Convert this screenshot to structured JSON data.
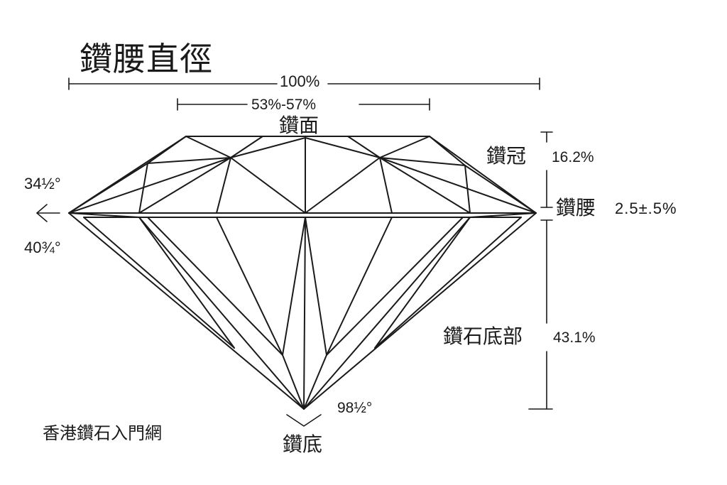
{
  "labels": {
    "title": "鑽腰直徑",
    "diameter_pct": "100%",
    "table_pct": "53%-57%",
    "table": "鑽面",
    "crown": "鑽冠",
    "crown_pct": "16.2%",
    "girdle": "鑽腰",
    "girdle_pct": "2.5±.5%",
    "pavilion": "鑽石底部",
    "pavilion_pct": "43.1%",
    "crown_angle": "34½°",
    "pavilion_angle": "40¾°",
    "culet_angle": "98½°",
    "culet": "鑽底",
    "site": "香港鑽石入門網"
  },
  "colors": {
    "ink": "#1a1a1a",
    "background": "#ffffff"
  }
}
